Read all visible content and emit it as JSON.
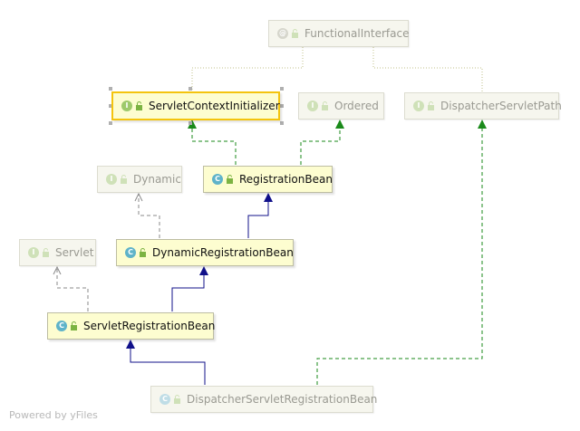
{
  "nodes": {
    "functional_interface": {
      "label": "FunctionalInterface",
      "badge": "@"
    },
    "servlet_context_initializer": {
      "label": "ServletContextInitializer",
      "badge": "I"
    },
    "ordered": {
      "label": "Ordered",
      "badge": "I"
    },
    "dispatcher_servlet_path": {
      "label": "DispatcherServletPath",
      "badge": "I"
    },
    "dynamic": {
      "label": "Dynamic",
      "badge": "I"
    },
    "registration_bean": {
      "label": "RegistrationBean",
      "badge": "C"
    },
    "servlet": {
      "label": "Servlet",
      "badge": "I"
    },
    "dynamic_registration_bean": {
      "label": "DynamicRegistrationBean",
      "badge": "C"
    },
    "servlet_registration_bean": {
      "label": "ServletRegistrationBean",
      "badge": "C"
    },
    "dispatcher_servlet_registration_bean": {
      "label": "DispatcherServletRegistrationBean",
      "badge": "C"
    }
  },
  "watermark": "Powered by yFiles",
  "colors": {
    "implements": "#1a8a1a",
    "extends": "#10108a",
    "annotation": "#b0b070",
    "faded": "#8a8a8a",
    "selection": "#f4c40e"
  }
}
